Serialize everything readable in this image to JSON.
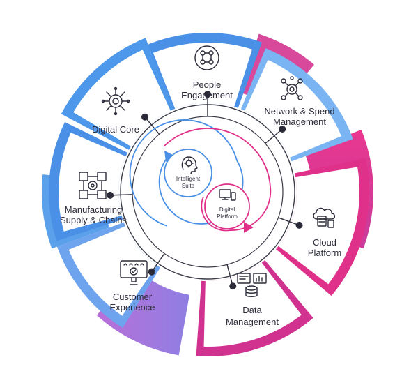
{
  "diagram": {
    "segments": [
      {
        "id": "people",
        "lines": [
          "People",
          "Engagement"
        ],
        "icon": "people-network-icon"
      },
      {
        "id": "network",
        "lines": [
          "Network & Spend",
          "Management"
        ],
        "icon": "network-gear-icon"
      },
      {
        "id": "cloud",
        "lines": [
          "Cloud",
          "Platform"
        ],
        "icon": "cloud-server-icon"
      },
      {
        "id": "data",
        "lines": [
          "Data",
          "Management"
        ],
        "icon": "database-dashboard-icon"
      },
      {
        "id": "customer",
        "lines": [
          "Customer",
          "Experience"
        ],
        "icon": "customer-rating-icon"
      },
      {
        "id": "manufacturing",
        "lines": [
          "Manufacturing",
          "Supply & Chains"
        ],
        "icon": "factory-supply-icon"
      },
      {
        "id": "digital",
        "lines": [
          "Digital Core"
        ],
        "icon": "digital-core-icon"
      }
    ],
    "center": {
      "intelligent": {
        "lines": [
          "Intelligent",
          "Suite"
        ],
        "icon": "ai-head-icon"
      },
      "platform": {
        "lines": [
          "Digital",
          "Platform"
        ],
        "icon": "computer-devices-icon"
      }
    },
    "colors": {
      "blue": "#4a90e6",
      "light_blue": "#9ec8f5",
      "magenta": "#e0318a",
      "purple": "#b267d4",
      "text": "#2b2b3a"
    }
  }
}
